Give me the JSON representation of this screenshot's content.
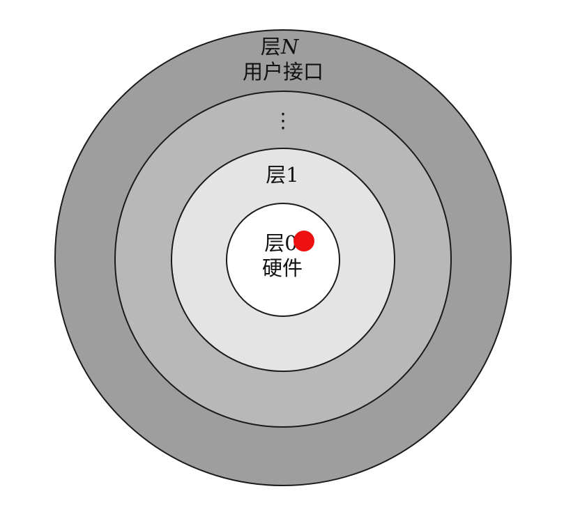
{
  "layers": [
    {
      "id": "layer-n",
      "title": "层",
      "title_suffix": "N",
      "subtitle": "用户接口",
      "fill": "#9e9e9f"
    },
    {
      "id": "layer-mid",
      "title": "⋮",
      "fill": "#b8b8b9"
    },
    {
      "id": "layer-1",
      "title": "层1",
      "fill": "#e4e4e5"
    },
    {
      "id": "layer-0",
      "title": "层0",
      "subtitle": "硬件",
      "fill": "#ffffff"
    }
  ],
  "pointer": {
    "color": "#ee1111"
  }
}
